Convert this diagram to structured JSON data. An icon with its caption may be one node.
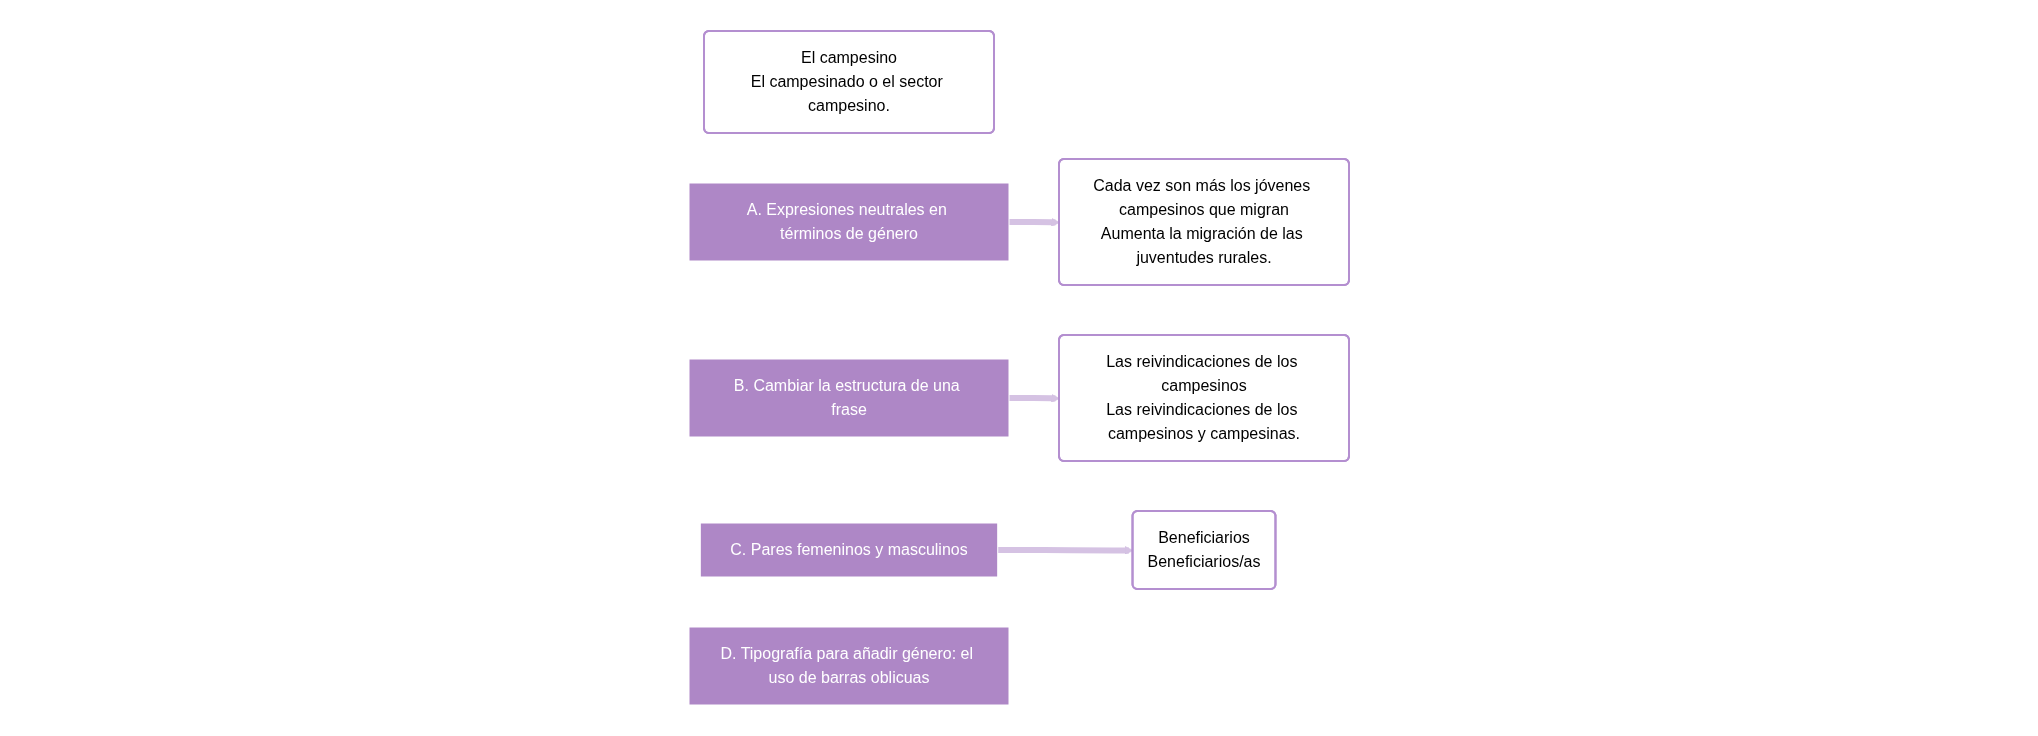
{
  "diagram": {
    "nodes": [
      {
        "text": [
          "El campesino",
          "El campesinado o el sector campesino."
        ]
      },
      {
        "text": [
          "A. Expresiones neutrales en términos de género"
        ]
      },
      {
        "text": [
          "B. Cambiar la estructura de una frase"
        ]
      },
      {
        "text": [
          "Cada vez son más los jóvenes campesinos que migran",
          "Aumenta la migración de las juventudes rurales."
        ]
      },
      {
        "text": [
          "Las reivindicaciones de los campesinos",
          "Las reivindicaciones de los campesinos y campesinas."
        ]
      },
      {
        "text": [
          "C. Pares femeninos y masculinos"
        ]
      },
      {
        "text": [
          "D. Tipografía para añadir género: el uso de barras oblicuas"
        ]
      },
      {
        "text": [
          "Beneficiarios",
          "Beneficiarios/as"
        ]
      }
    ],
    "edges": [
      {
        "from": 1,
        "to": 3,
        "arrow": "to"
      },
      {
        "from": 2,
        "to": 4,
        "arrow": "to"
      },
      {
        "from": 5,
        "to": 7,
        "arrow": "to"
      }
    ]
  }
}
